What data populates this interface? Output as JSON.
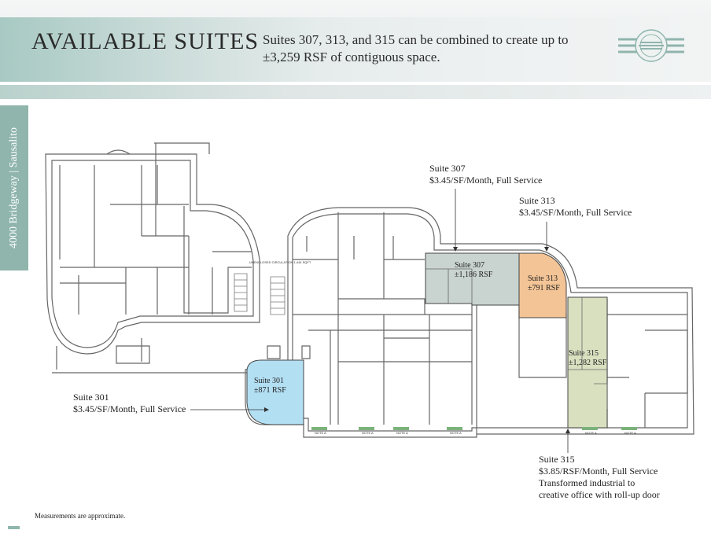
{
  "header": {
    "title": "AVAILABLE SUITES",
    "description": "Suites 307, 313, and 315 can be combined to create up to ±3,259 RSF of contiguous space.",
    "logo_icon": "striped-circle-logo-icon"
  },
  "side_tab": {
    "text": "4000 Bridgeway  |  Sausalito"
  },
  "floor_plan": {
    "circulation_label": "UNENCLOSED CIRCULATION 1,444 SQFT",
    "note_marker": "NOTE A",
    "suites": [
      {
        "id": "301",
        "inside_name": "Suite 301",
        "inside_size": "±871 RSF",
        "color": "#b3dff3",
        "callout": [
          "Suite 301",
          "$3.45/SF/Month, Full Service"
        ]
      },
      {
        "id": "307",
        "inside_name": "Suite 307",
        "inside_size": "±1,186 RSF",
        "color": "#c9d3d0",
        "callout": [
          "Suite 307",
          "$3.45/SF/Month, Full Service"
        ]
      },
      {
        "id": "313",
        "inside_name": "Suite 313",
        "inside_size": "±791 RSF",
        "color": "#f3c496",
        "callout": [
          "Suite 313",
          "$3.45/SF/Month, Full Service"
        ]
      },
      {
        "id": "315",
        "inside_name": "Suite 315",
        "inside_size": "±1,282 RSF",
        "color": "#d9e0c0",
        "callout": [
          "Suite 315",
          "$3.85/RSF/Month, Full Service",
          "Transformed industrial to",
          "creative office with roll-up door"
        ]
      }
    ]
  },
  "footnote": "Measurements are approximate.",
  "colors": {
    "accent": "#8fb5ad",
    "wall": "#555555"
  }
}
